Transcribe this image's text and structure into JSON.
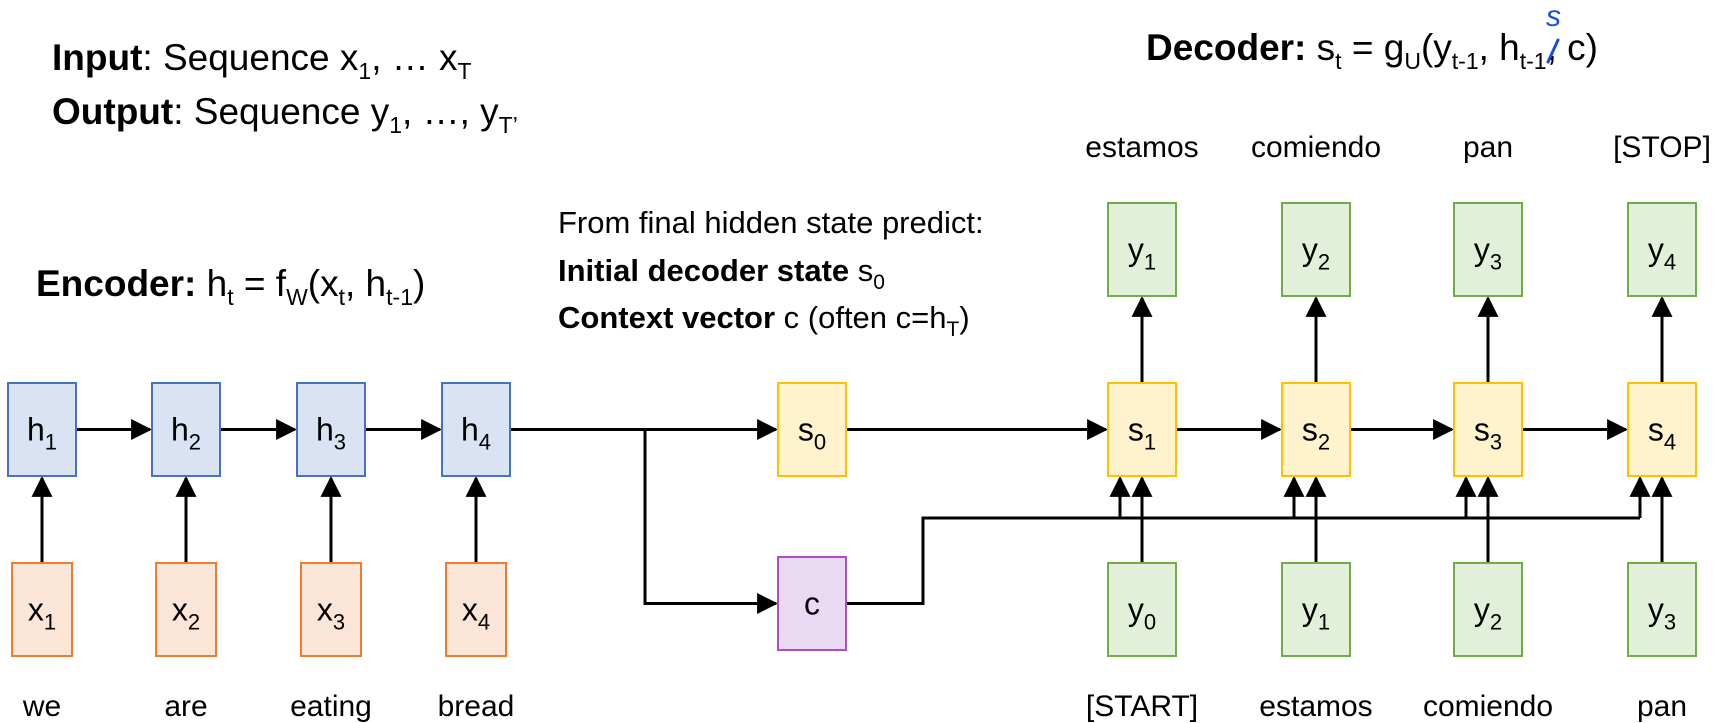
{
  "header": {
    "input": {
      "label": "Input",
      "text": ": Sequence x",
      "sub1": "1",
      "mid": ", … x",
      "sub2": "T"
    },
    "output": {
      "label": "Output",
      "text": ": Sequence y",
      "sub1": "1",
      "mid": ", …, y",
      "sub2": "T’"
    }
  },
  "encoder": {
    "label": "Encoder:",
    "formula": {
      "a": "h",
      "a_sub": "t",
      "b": " = f",
      "b_sub": "W",
      "c": "(x",
      "c_sub": "t",
      "d": ", h",
      "d_sub": "t-1",
      "e": ")"
    }
  },
  "decoder": {
    "label": "Decoder:",
    "formula": {
      "a": "s",
      "a_sub": "t",
      "b": " = g",
      "b_sub": "U",
      "c": "(y",
      "c_sub": "t-1",
      "d": ", h",
      "d_sub": "t-1",
      "e": ", c)"
    },
    "handwritten_correction": "s"
  },
  "prediction_note": {
    "line1": "From final hidden state predict:",
    "line2_bold": "Initial decoder state",
    "line2_sym": " s",
    "line2_sub": "0",
    "line3_bold": "Context vector",
    "line3_text": " c (often c=h",
    "line3_sub": "T",
    "line3_end": ")"
  },
  "encoder_nodes": {
    "hidden": [
      {
        "sym": "h",
        "sub": "1"
      },
      {
        "sym": "h",
        "sub": "2"
      },
      {
        "sym": "h",
        "sub": "3"
      },
      {
        "sym": "h",
        "sub": "4"
      }
    ],
    "inputs": [
      {
        "sym": "x",
        "sub": "1"
      },
      {
        "sym": "x",
        "sub": "2"
      },
      {
        "sym": "x",
        "sub": "3"
      },
      {
        "sym": "x",
        "sub": "4"
      }
    ],
    "words": [
      "we",
      "are",
      "eating",
      "bread"
    ]
  },
  "s0": {
    "sym": "s",
    "sub": "0"
  },
  "context": {
    "sym": "c"
  },
  "decoder_nodes": {
    "states": [
      {
        "sym": "s",
        "sub": "1"
      },
      {
        "sym": "s",
        "sub": "2"
      },
      {
        "sym": "s",
        "sub": "3"
      },
      {
        "sym": "s",
        "sub": "4"
      }
    ],
    "outputs": [
      {
        "sym": "y",
        "sub": "1"
      },
      {
        "sym": "y",
        "sub": "2"
      },
      {
        "sym": "y",
        "sub": "3"
      },
      {
        "sym": "y",
        "sub": "4"
      }
    ],
    "inputs": [
      {
        "sym": "y",
        "sub": "0"
      },
      {
        "sym": "y",
        "sub": "1"
      },
      {
        "sym": "y",
        "sub": "2"
      },
      {
        "sym": "y",
        "sub": "3"
      }
    ],
    "top_words": [
      "estamos",
      "comiendo",
      "pan",
      "[STOP]"
    ],
    "bottom_words": [
      "[START]",
      "estamos",
      "comiendo",
      "pan"
    ]
  },
  "colors": {
    "hidden_fill": "#dae3f3",
    "hidden_stroke": "#4472c4",
    "input_fill": "#fbe5d6",
    "input_stroke": "#ed7d31",
    "state_fill": "#fff2cc",
    "state_stroke": "#ffc000",
    "output_fill": "#e2f0d9",
    "output_stroke": "#70ad47",
    "context_fill": "#ead9f2",
    "context_stroke": "#b04bc9",
    "annotation": "#1a4fd6"
  }
}
